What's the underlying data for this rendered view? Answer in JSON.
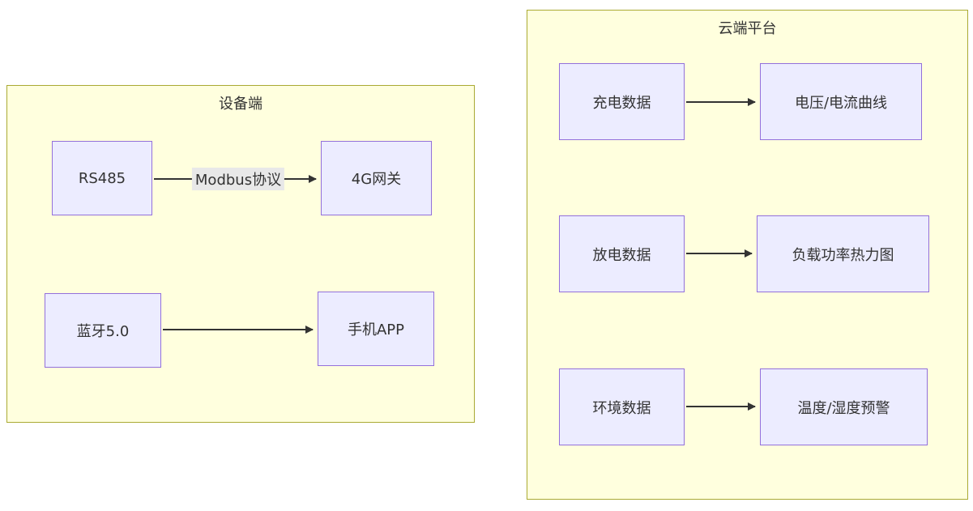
{
  "diagram": {
    "device_cluster": {
      "title": "设备端",
      "nodes": {
        "rs485": "RS485",
        "gateway_4g": "4G网关",
        "bluetooth": "蓝牙5.0",
        "phone_app": "手机APP"
      },
      "edge_labels": {
        "modbus": "Modbus协议"
      }
    },
    "cloud_cluster": {
      "title": "云端平台",
      "nodes": {
        "charge_data": "充电数据",
        "voltage_curve": "电压/电流曲线",
        "discharge_data": "放电数据",
        "load_heatmap": "负载功率热力图",
        "env_data": "环境数据",
        "temp_alert": "温度/湿度预警"
      }
    },
    "colors": {
      "cluster_fill": "#ffffde",
      "cluster_border": "#aaaa33",
      "node_fill": "#ececff",
      "node_border": "#9370db",
      "edge_label_bg": "#e8e8e8",
      "arrow": "#333333",
      "text": "#333333"
    }
  }
}
